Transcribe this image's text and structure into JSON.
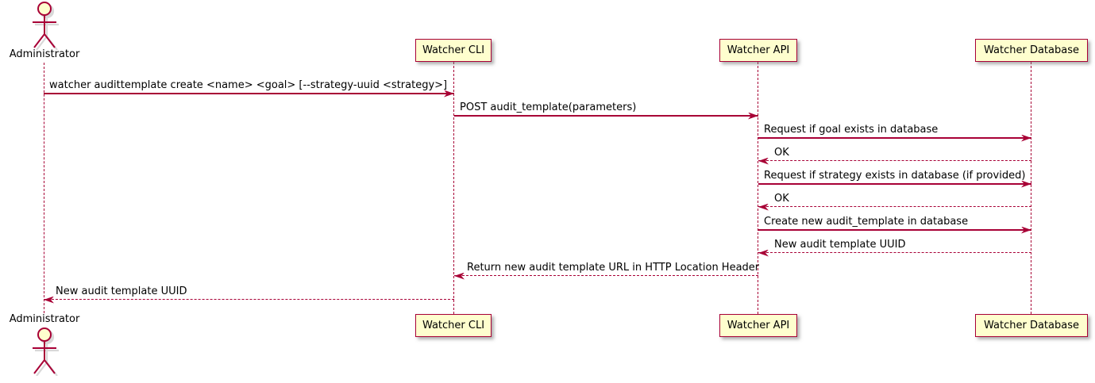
{
  "diagram_type": "sequence",
  "actor": {
    "label": "Administrator"
  },
  "participants": [
    {
      "label": "Watcher CLI"
    },
    {
      "label": "Watcher API"
    },
    {
      "label": "Watcher Database"
    }
  ],
  "messages": [
    {
      "from": "Administrator",
      "to": "Watcher CLI",
      "type": "solid",
      "label": "watcher audittemplate create <name> <goal> [--strategy-uuid <strategy>]"
    },
    {
      "from": "Watcher CLI",
      "to": "Watcher API",
      "type": "solid",
      "label": "POST audit_template(parameters)"
    },
    {
      "from": "Watcher API",
      "to": "Watcher Database",
      "type": "solid",
      "label": "Request if goal exists in database"
    },
    {
      "from": "Watcher Database",
      "to": "Watcher API",
      "type": "dashed",
      "label": "OK"
    },
    {
      "from": "Watcher API",
      "to": "Watcher Database",
      "type": "solid",
      "label": "Request if strategy exists in database (if provided)"
    },
    {
      "from": "Watcher Database",
      "to": "Watcher API",
      "type": "dashed",
      "label": "OK"
    },
    {
      "from": "Watcher API",
      "to": "Watcher Database",
      "type": "solid",
      "label": "Create new audit_template in database"
    },
    {
      "from": "Watcher Database",
      "to": "Watcher API",
      "type": "dashed",
      "label": "New audit template UUID"
    },
    {
      "from": "Watcher API",
      "to": "Watcher CLI",
      "type": "dashed",
      "label": "Return new audit template URL in HTTP Location Header"
    },
    {
      "from": "Watcher CLI",
      "to": "Administrator",
      "type": "dashed",
      "label": "New audit template UUID"
    }
  ],
  "colors": {
    "participant_fill": "#FEFECE",
    "stroke": "#A80036",
    "text": "#000000",
    "background": "#FFFFFF"
  }
}
